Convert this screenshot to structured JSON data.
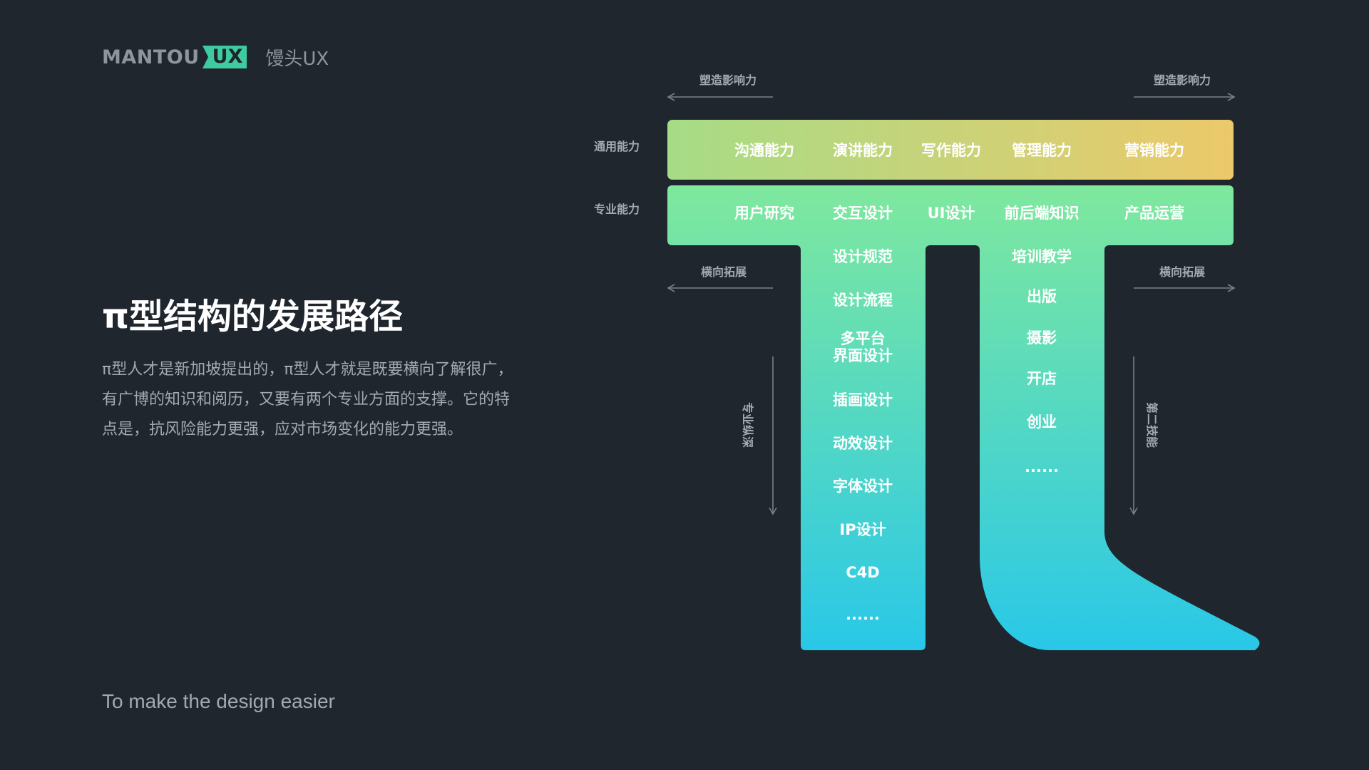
{
  "brand": {
    "name": "MANTOU",
    "badge": "UX",
    "cn": "馒头UX",
    "badge_color": "#3ecba0"
  },
  "title": "π型结构的发展路径",
  "description": "π型人才是新加坡提出的，π型人才就是既要横向了解很广，有广博的知识和阅历，又要有两个专业方面的支撑。它的特点是，抗风险能力更强，应对市场变化的能力更强。",
  "footer": "To make the design easier",
  "diagram": {
    "top_left_caption": "塑造影响力",
    "top_right_caption": "塑造影响力",
    "mid_left_caption": "横向拓展",
    "mid_right_caption": "横向拓展",
    "left_vertical_caption": "专业纵深",
    "right_vertical_caption": "第二技能",
    "row_general_label": "通用能力",
    "row_professional_label": "专业能力",
    "general_skills": [
      "沟通能力",
      "演讲能力",
      "写作能力",
      "管理能力",
      "营销能力"
    ],
    "professional_skills": [
      "用户研究",
      "交互设计",
      "UI设计",
      "前后端知识",
      "产品运营"
    ],
    "left_leg_items": [
      "设计规范",
      "设计流程",
      "多平台\n界面设计",
      "插画设计",
      "动效设计",
      "字体设计",
      "IP设计",
      "C4D",
      "......"
    ],
    "right_leg_items": [
      "培训教学",
      "出版",
      "摄影",
      "开店",
      "创业",
      "......"
    ],
    "colors": {
      "top_bar_start": "#a6dc86",
      "top_bar_end": "#ecc96a",
      "body_top": "#7fe89d",
      "body_bottom": "#29c8e8"
    }
  }
}
